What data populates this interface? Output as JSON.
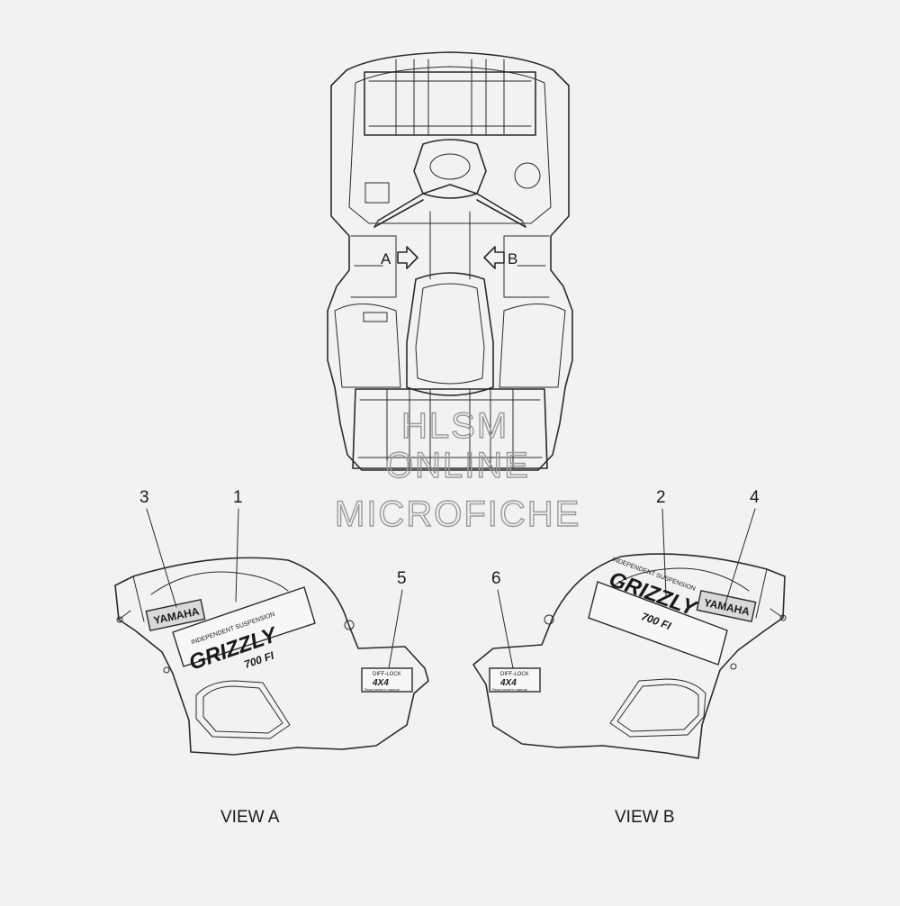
{
  "view_labels": {
    "a": "VIEW A",
    "b": "VIEW B"
  },
  "arrow_labels": {
    "a": "A",
    "b": "B"
  },
  "callouts": [
    "1",
    "2",
    "3",
    "4",
    "5",
    "6"
  ],
  "decals": {
    "brand": "YAMAHA",
    "model": "GRIZZLY",
    "model_number": "700 FI",
    "suspension_text": "INDEPENDENT SUSPENSION",
    "lock_title": "DIFF-LOCK",
    "lock_big": "4X4",
    "lock_sub": "Read owner's manual"
  },
  "watermark": {
    "line1": "HLSM",
    "line2": "ONLINE",
    "line3": "MICROFICHE"
  },
  "colors": {
    "line": "#2a2a2a",
    "background": "#f2f2f2",
    "watermark": "#9a9a9a"
  }
}
